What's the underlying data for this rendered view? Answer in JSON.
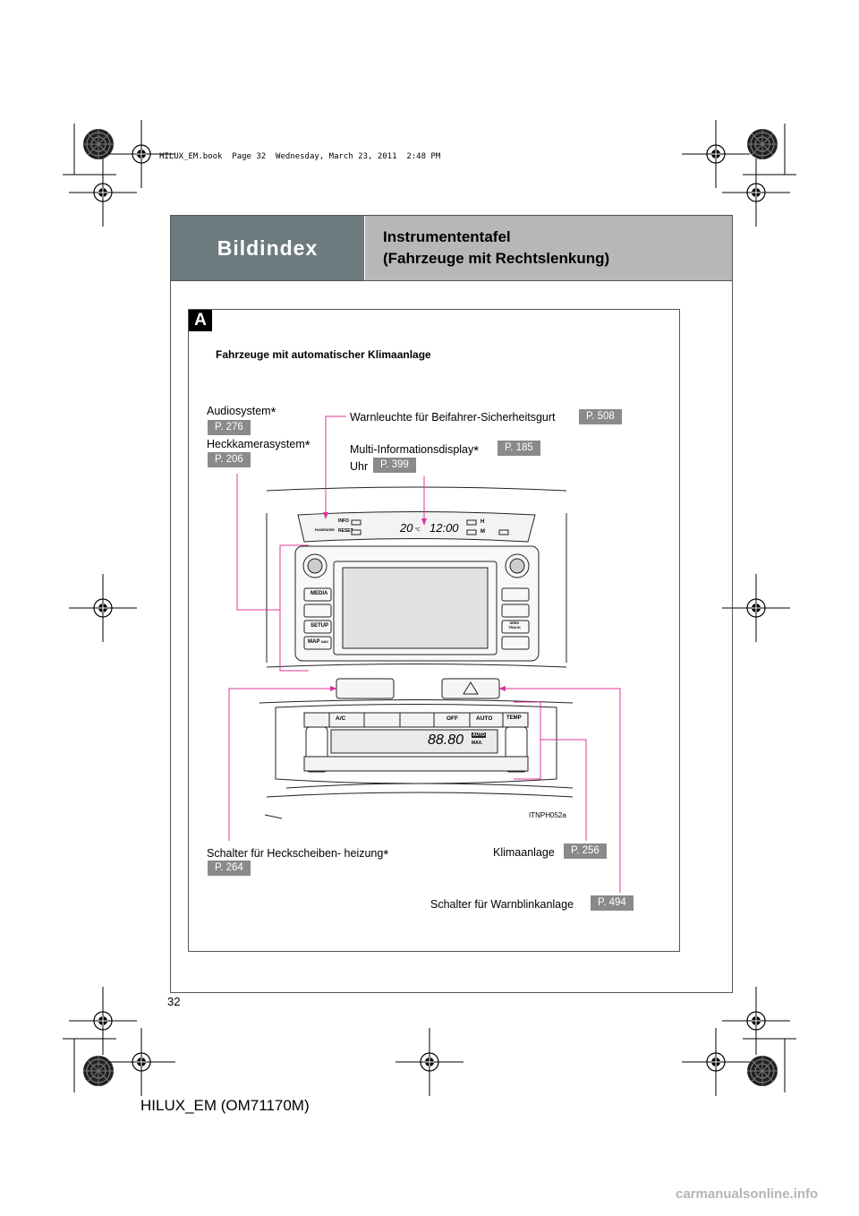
{
  "book_info": "HILUX_EM.book  Page 32  Wednesday, March 23, 2011  2:48 PM",
  "header": {
    "section": "Bildindex",
    "title_line1": "Instrumententafel",
    "title_line2": "(Fahrzeuge mit Rechtslenkung)"
  },
  "figure": {
    "marker": "A",
    "subtitle": "Fahrzeuge mit automatischer Klimaanlage",
    "image_code": "ITNPH052a",
    "display": {
      "info": "INFO",
      "reset": "RESET",
      "temp": "20",
      "temp_unit": "°C",
      "clock": "12:00",
      "h": "H",
      "m": "M",
      "passenger": "PASSENGER"
    },
    "audio_buttons": {
      "media": "MEDIA",
      "setup": "SETUP",
      "map": "MAP",
      "nav": "NAV",
      "seek": "SEEK",
      "track": "TRACK"
    },
    "climate": {
      "ac": "A/C",
      "off": "OFF",
      "auto": "AUTO",
      "temp": "TEMP",
      "readout": "88.80",
      "auto_badge": "AUTO",
      "max": "MAX."
    },
    "callouts": {
      "audio": {
        "label": "Audiosystem",
        "ref": "P. 276"
      },
      "camera": {
        "label": "Heckkamerasystem",
        "ref": "P. 206"
      },
      "seatbelt": {
        "label": "Warnleuchte für Beifahrer-Sicherheitsgurt",
        "ref": "P. 508"
      },
      "multi_info": {
        "label": "Multi-Informationsdisplay",
        "ref": "P. 185"
      },
      "clock": {
        "label": "Uhr",
        "ref": "P. 399"
      },
      "defogger": {
        "label": "Schalter für Heckscheiben- heizung",
        "ref": "P. 264"
      },
      "aircon": {
        "label": "Klimaanlage",
        "ref": "P. 256"
      },
      "hazard": {
        "label": "Schalter für Warnblinkanlage",
        "ref": "P. 494"
      }
    },
    "asterisk": "*"
  },
  "page_number": "32",
  "footer": "HILUX_EM (OM71170M)",
  "watermark": "carmanualsonline.info",
  "colors": {
    "header_dark": "#6d7b7f",
    "header_light": "#b7b7b7",
    "ref_badge": "#8a8a8a",
    "callout_line": "#e0359a"
  }
}
